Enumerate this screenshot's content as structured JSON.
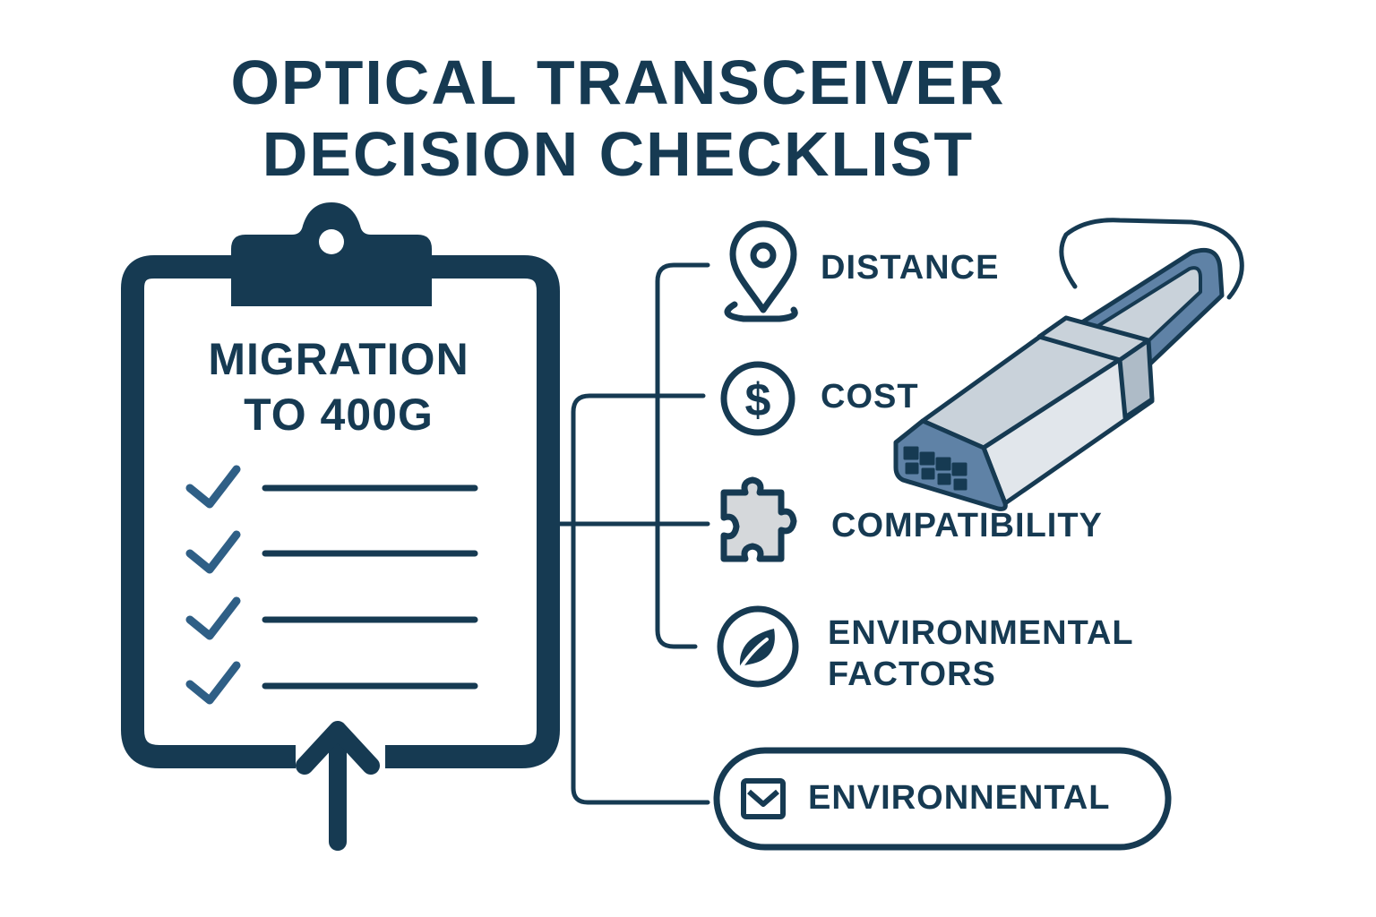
{
  "title": {
    "line1": "OPTICAL TRANSCEIVER",
    "line2": "DECISION CHECKLIST"
  },
  "clipboard": {
    "heading_line1": "MIGRATION",
    "heading_line2": "TO 400G",
    "checklist_items": 4
  },
  "factors": [
    {
      "label": "DISTANCE",
      "icon": "location-pin-icon"
    },
    {
      "label": "COST",
      "icon": "dollar-coin-icon"
    },
    {
      "label": "COMPATIBILITY",
      "icon": "puzzle-piece-icon"
    },
    {
      "label_line1": "ENVIRONMENTAL",
      "label_line2": "FACTORS",
      "icon": "leaf-icon"
    },
    {
      "label": "ENVIRONNENTAL",
      "icon": "checkbox-icon"
    }
  ],
  "colors": {
    "navy": "#163a52",
    "steel_blue": "#2f5f86",
    "module_blue": "#5f82a6",
    "module_gray": "#c9d2da",
    "puzzle_gray": "#d5d8db"
  }
}
